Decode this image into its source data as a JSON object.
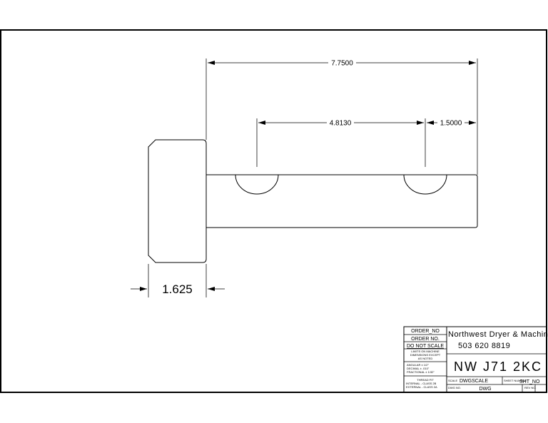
{
  "dimensions": {
    "overall_length": "7.7500",
    "slot_spacing": "4.8130",
    "slot_from_end": "1.5000",
    "head_length": "1.625"
  },
  "title_block": {
    "order_no_top": "ORDER_NO",
    "order_no_label": "ORDER NO.",
    "do_not_scale": "DO NOT SCALE",
    "limits_line1": "LIMITS ON MACHINE",
    "limits_line2": "DIMENSIONS EXCEPT",
    "limits_line3": "AS NOTED",
    "tol_angular": "ANGULAR   ± 1/2°",
    "tol_decimal": "DECIMAL   ± .010\"",
    "tol_fractional": "FRACTIONAL  ± 1/32\"",
    "thread_fit": "THREAD FIT",
    "thread_internal": "INTERNAL - CLASS 2B",
    "thread_external": "EXTERNAL - CLASS 2A",
    "company": "Northwest Dryer & Machinery",
    "phone": "503 620 8819",
    "part_number": "NW J71 2KC",
    "scale_label": "SCALE",
    "scale_value": "DWGSCALE",
    "sheet_label": "SHEET NUMBER",
    "sheet_value": "SHT_NO",
    "dwg_label": "DWG NO.",
    "dwg_value": "DWG",
    "rev_label": "REV NO."
  }
}
